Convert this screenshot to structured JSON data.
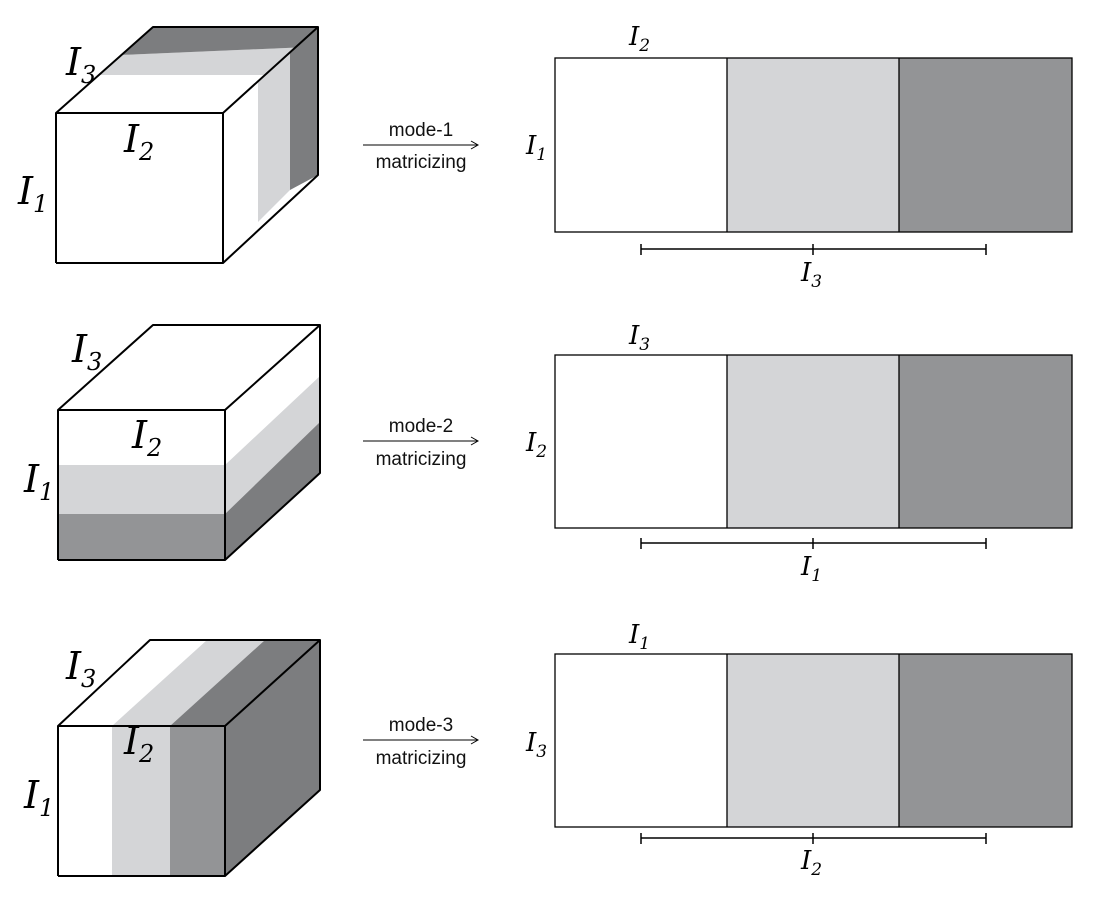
{
  "colors": {
    "white": "#ffffff",
    "light": "#d4d5d7",
    "mid": "#939496",
    "dark": "#7c7d7f"
  },
  "rows": [
    {
      "arrow": {
        "top": "mode-1",
        "bottom": "matricizing"
      },
      "cube_labels": {
        "depth": {
          "main": "I",
          "sub": "3"
        },
        "width": {
          "main": "I",
          "sub": "2"
        },
        "height": {
          "main": "I",
          "sub": "1"
        }
      },
      "matrix_labels": {
        "top": {
          "main": "I",
          "sub": "2"
        },
        "left": {
          "main": "I",
          "sub": "1"
        },
        "bottom": {
          "main": "I",
          "sub": "3"
        }
      }
    },
    {
      "arrow": {
        "top": "mode-2",
        "bottom": "matricizing"
      },
      "cube_labels": {
        "depth": {
          "main": "I",
          "sub": "3"
        },
        "width": {
          "main": "I",
          "sub": "2"
        },
        "height": {
          "main": "I",
          "sub": "1"
        }
      },
      "matrix_labels": {
        "top": {
          "main": "I",
          "sub": "3"
        },
        "left": {
          "main": "I",
          "sub": "2"
        },
        "bottom": {
          "main": "I",
          "sub": "1"
        }
      }
    },
    {
      "arrow": {
        "top": "mode-3",
        "bottom": "matricizing"
      },
      "cube_labels": {
        "depth": {
          "main": "I",
          "sub": "3"
        },
        "width": {
          "main": "I",
          "sub": "2"
        },
        "height": {
          "main": "I",
          "sub": "1"
        }
      },
      "matrix_labels": {
        "top": {
          "main": "I",
          "sub": "1"
        },
        "left": {
          "main": "I",
          "sub": "3"
        },
        "bottom": {
          "main": "I",
          "sub": "2"
        }
      }
    }
  ]
}
